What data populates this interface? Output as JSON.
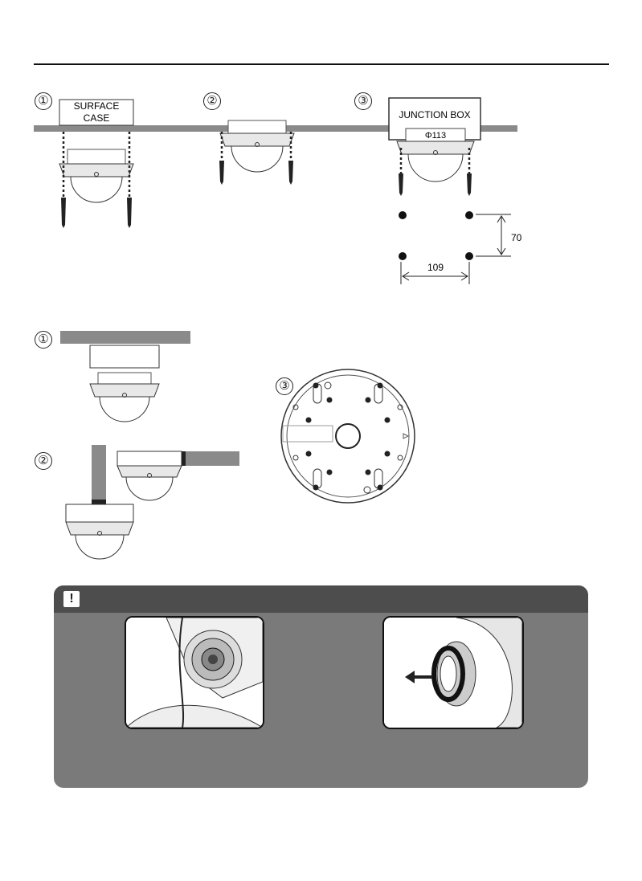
{
  "steps_top": [
    "①",
    "②",
    "③"
  ],
  "steps_bottom": [
    "①",
    "②",
    "③"
  ],
  "labels": {
    "surface_case": "SURFACE CASE",
    "surface_case_line1": "SURFACE",
    "surface_case_line2": "CASE",
    "junction_box": "JUNCTION BOX",
    "diameter": "Φ113",
    "dim_vertical": "70",
    "dim_horizontal": "109"
  },
  "note": {
    "icon": "exclamation-icon",
    "icon_glyph": "!"
  },
  "colors": {
    "ceiling": "#8a8a8a",
    "note_bar": "#4d4d4d",
    "note_panel": "#7a7a7a"
  }
}
